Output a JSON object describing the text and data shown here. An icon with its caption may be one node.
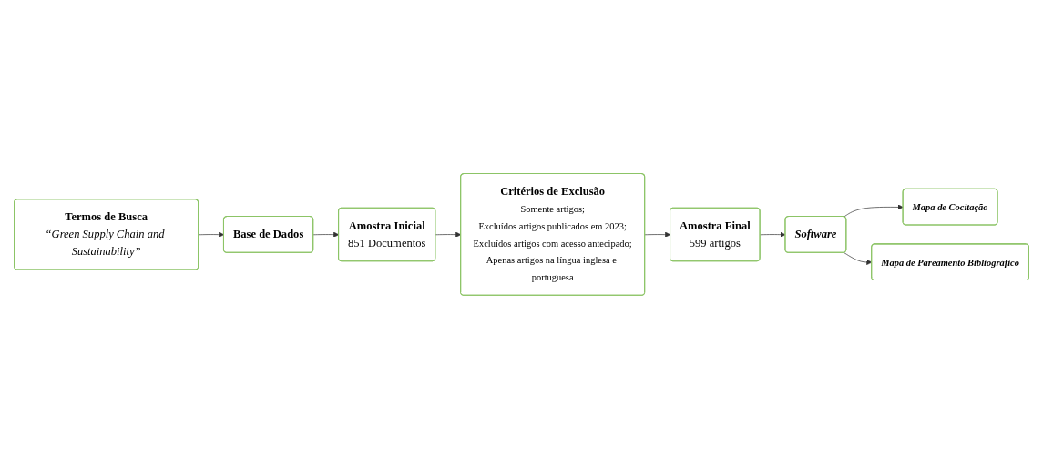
{
  "diagram": {
    "nodes": [
      {
        "text": [
          "Termos de Busca",
          "“Green Supply Chain and Sustainability”"
        ]
      },
      {
        "text": [
          "Base de Dados"
        ]
      },
      {
        "text": [
          "Amostra Inicial",
          "851 Documentos"
        ]
      },
      {
        "text": [
          "Critérios de Exclusão",
          "Somente artigos;",
          "Excluídos artigos publicados em 2023;",
          "Excluídos artigos com acesso antecipado;",
          "Apenas artigos na língua inglesa e portuguesa"
        ]
      },
      {
        "text": [
          "Amostra Final",
          "599 artigos"
        ]
      },
      {
        "text": [
          "Software"
        ]
      },
      {
        "text": [
          "Mapa de Cocitação"
        ]
      },
      {
        "text": [
          "Mapa de Pareamento Bibliográfico"
        ]
      }
    ],
    "edges": [
      {
        "from": 0,
        "to": 1,
        "arrow": "to"
      },
      {
        "from": 1,
        "to": 2,
        "arrow": "to"
      },
      {
        "from": 2,
        "to": 3,
        "arrow": "to"
      },
      {
        "from": 3,
        "to": 4,
        "arrow": "to"
      },
      {
        "from": 4,
        "to": 5,
        "arrow": "to"
      },
      {
        "from": 5,
        "to": 6,
        "arrow": "to"
      },
      {
        "from": 5,
        "to": 7,
        "arrow": "to"
      }
    ]
  }
}
